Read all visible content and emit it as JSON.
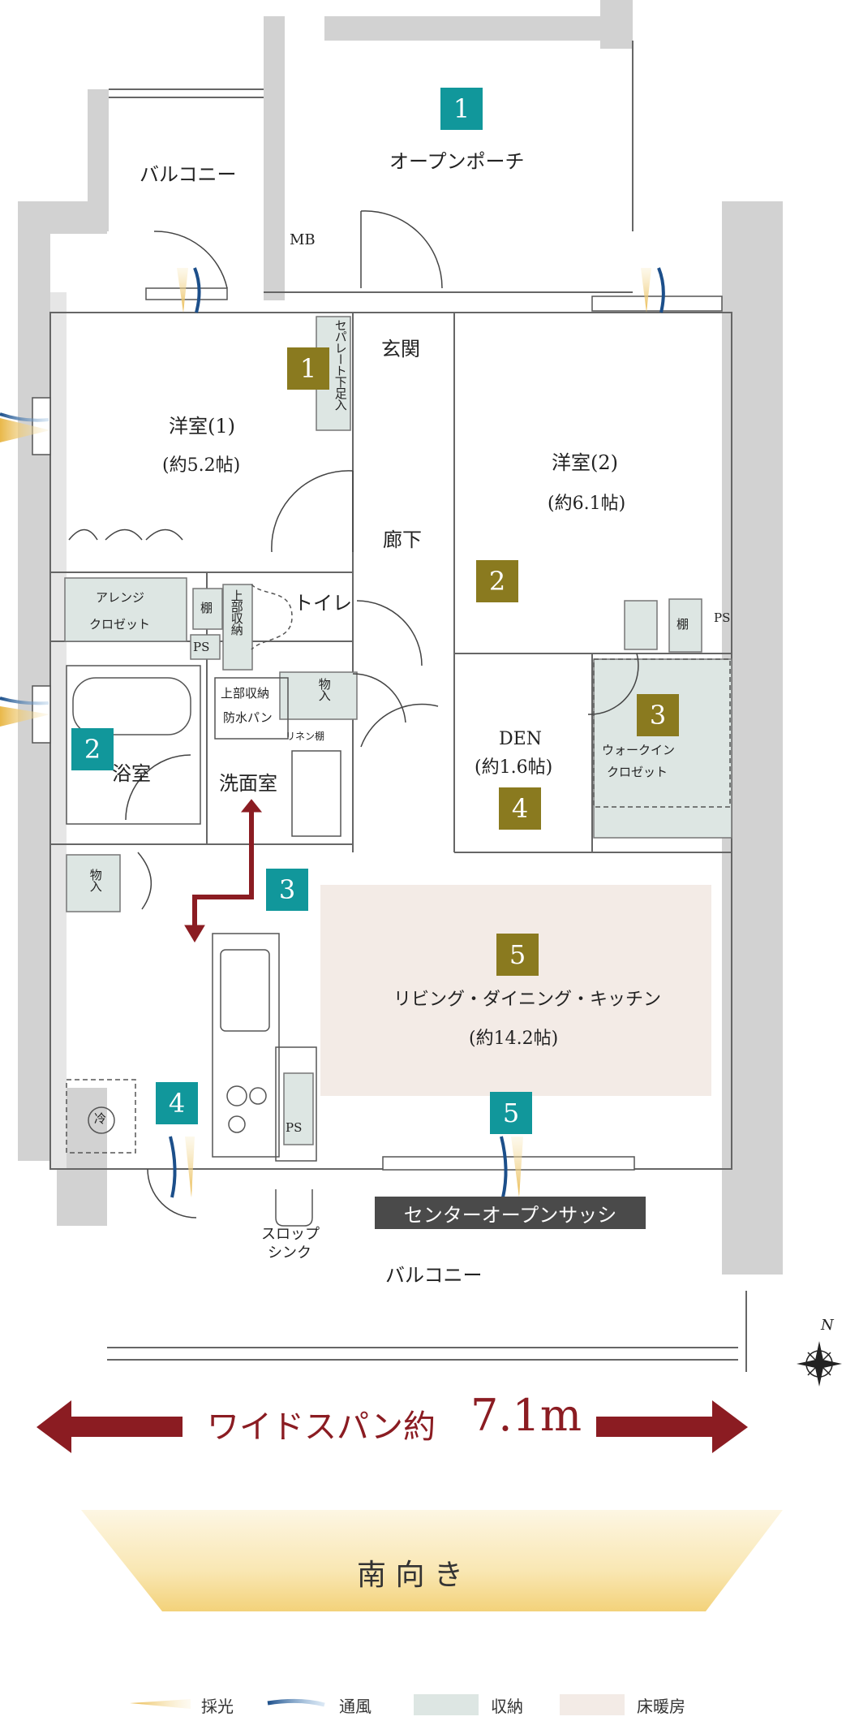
{
  "rooms": {
    "open_porch": "オープンポーチ",
    "balcony_top": "バルコニー",
    "mb": "MB",
    "separate": "セパレート下足入",
    "entrance": "玄関",
    "western1": "洋室(1)",
    "western1_size": "(約5.2帖)",
    "western2": "洋室(2)",
    "western2_size": "(約6.1帖)",
    "corridor": "廊下",
    "arrange_closet_1": "アレンジ",
    "arrange_closet_2": "クロゼット",
    "shelf": "棚",
    "upper_storage": "上部収納",
    "toilet": "トイレ",
    "ps": "PS",
    "storage_mono": "物入",
    "upper_storage_h": "上部収納",
    "waterproof_pan": "防水パン",
    "linen_shelf": "リネン棚",
    "bath": "浴室",
    "washroom": "洗面室",
    "den": "DEN",
    "den_size": "(約1.6帖)",
    "walkin_1": "ウォークイン",
    "walkin_2": "クロゼット",
    "ldk": "リビング・ダイニング・キッチン",
    "ldk_size": "(約14.2帖)",
    "fridge": "冷",
    "slope_sink_1": "スロップ",
    "slope_sink_2": "シンク",
    "balcony_bottom": "バルコニー"
  },
  "badges": {
    "teal_1": "1",
    "olive_1": "1",
    "teal_2": "2",
    "olive_2": "2",
    "teal_3": "3",
    "olive_3": "3",
    "teal_4": "4",
    "olive_4": "4",
    "olive_5": "5",
    "teal_5": "5"
  },
  "center_sash": "センターオープンサッシ",
  "compass_n": "N",
  "wide_span_prefix": "ワイドスパン約",
  "wide_span_value": "7.1m",
  "south_facing": "南 向 き",
  "legend": {
    "light": "採光",
    "wind": "通風",
    "storage": "収納",
    "floor_heating": "床暖房"
  },
  "colors": {
    "wall": "#d2d2d2",
    "storage": "#dde6e3",
    "floor_heating": "#f3ebe6",
    "olive": "#8a7a1f",
    "teal": "#11979b",
    "arrow": "#8b1c22"
  }
}
